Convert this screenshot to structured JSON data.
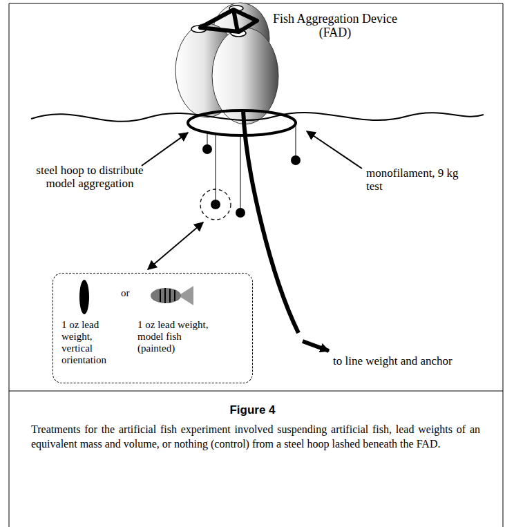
{
  "diagram": {
    "title": "Figure 4",
    "caption": "Treatments for the artificial fish experiment involved suspending artificial fish, lead weights of an equivalent mass and volume, or nothing (control) from a steel hoop lashed beneath the FAD.",
    "nodes": [
      {
        "text": [
          "or",
          "1 oz lead weight, vertical orientation",
          "1 oz lead weight, model fish (painted)"
        ]
      }
    ],
    "labels": [
      "Fish Aggregation Device (FAD)",
      "steel hoop to distribute model aggregation",
      "monofilament, 9 kg test",
      "to line weight and anchor"
    ]
  }
}
